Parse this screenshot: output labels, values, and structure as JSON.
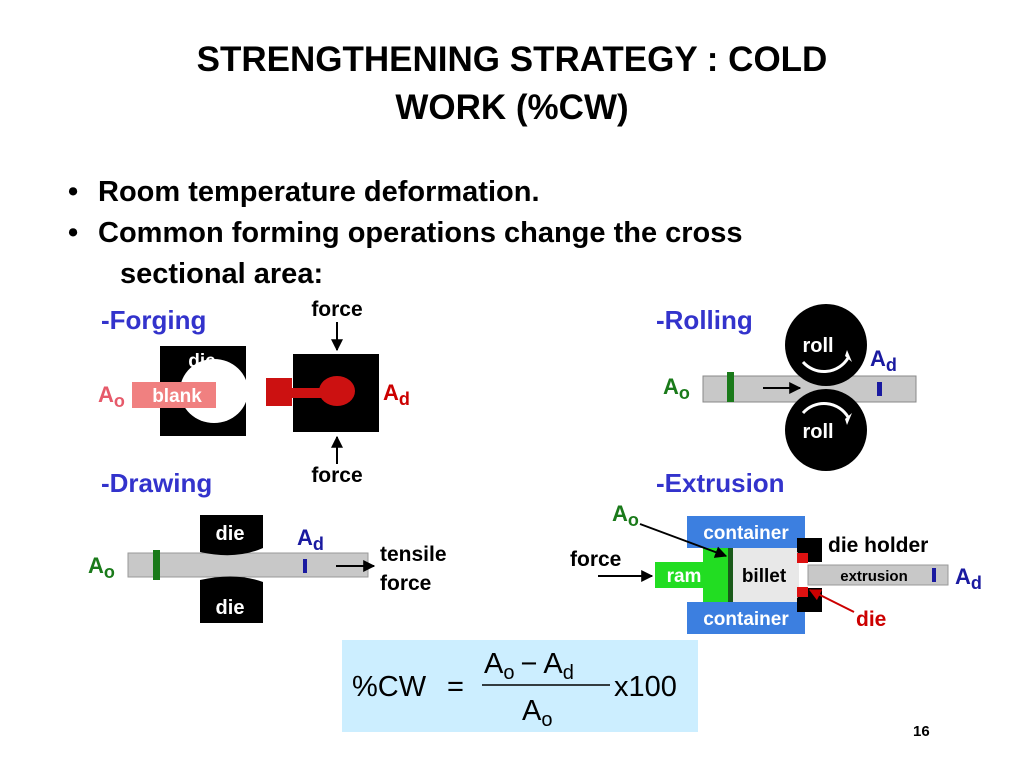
{
  "slide": {
    "title_line1": "STRENGTHENING STRATEGY :  COLD",
    "title_line2": "WORK (%CW)",
    "bullets": [
      {
        "bullet": "•",
        "text": "Room temperature deformation."
      },
      {
        "bullet": "•",
        "text": "Common forming operations change the cross",
        "continuation": "sectional area:"
      }
    ],
    "page_number": "16"
  },
  "forging": {
    "label": "-Forging",
    "die": "die",
    "blank": "blank",
    "force_top": "force",
    "force_bottom": "force",
    "ao": {
      "main": "A",
      "sub": "o"
    },
    "ad": {
      "main": "A",
      "sub": "d"
    }
  },
  "rolling": {
    "label": "-Rolling",
    "roll_top": "roll",
    "roll_bottom": "roll",
    "ao": {
      "main": "A",
      "sub": "o"
    },
    "ad": {
      "main": "A",
      "sub": "d"
    }
  },
  "drawing": {
    "label": "-Drawing",
    "die_top": "die",
    "die_bottom": "die",
    "tensile_line1": "tensile",
    "tensile_line2": "force",
    "ao": {
      "main": "A",
      "sub": "o"
    },
    "ad": {
      "main": "A",
      "sub": "d"
    }
  },
  "extrusion": {
    "label": "-Extrusion",
    "container_top": "container",
    "container_bottom": "container",
    "ram": "ram",
    "billet": "billet",
    "extrusion": "extrusion",
    "die_holder": "die holder",
    "die": "die",
    "force": "force",
    "ao": {
      "main": "A",
      "sub": "o"
    },
    "ad": {
      "main": "A",
      "sub": "d"
    }
  },
  "formula": {
    "lhs": "%CW",
    "equals": "=",
    "num_a": "A",
    "num_a_sub": "o",
    "minus": "−",
    "num_b": "A",
    "num_b_sub": "d",
    "den": "A",
    "den_sub": "o",
    "multiplier": "x100"
  },
  "colors": {
    "label_blue": "#3333cc",
    "ao_pink": "#e65a6a",
    "ad_red": "#cc0000",
    "ad_blue": "#1a1aa0",
    "green": "#1a7a1a",
    "rod_gray": "#c8c8c8",
    "container_blue": "#3c7fe0",
    "ram_green": "#22dd22",
    "formula_bg": "#cceeff"
  }
}
